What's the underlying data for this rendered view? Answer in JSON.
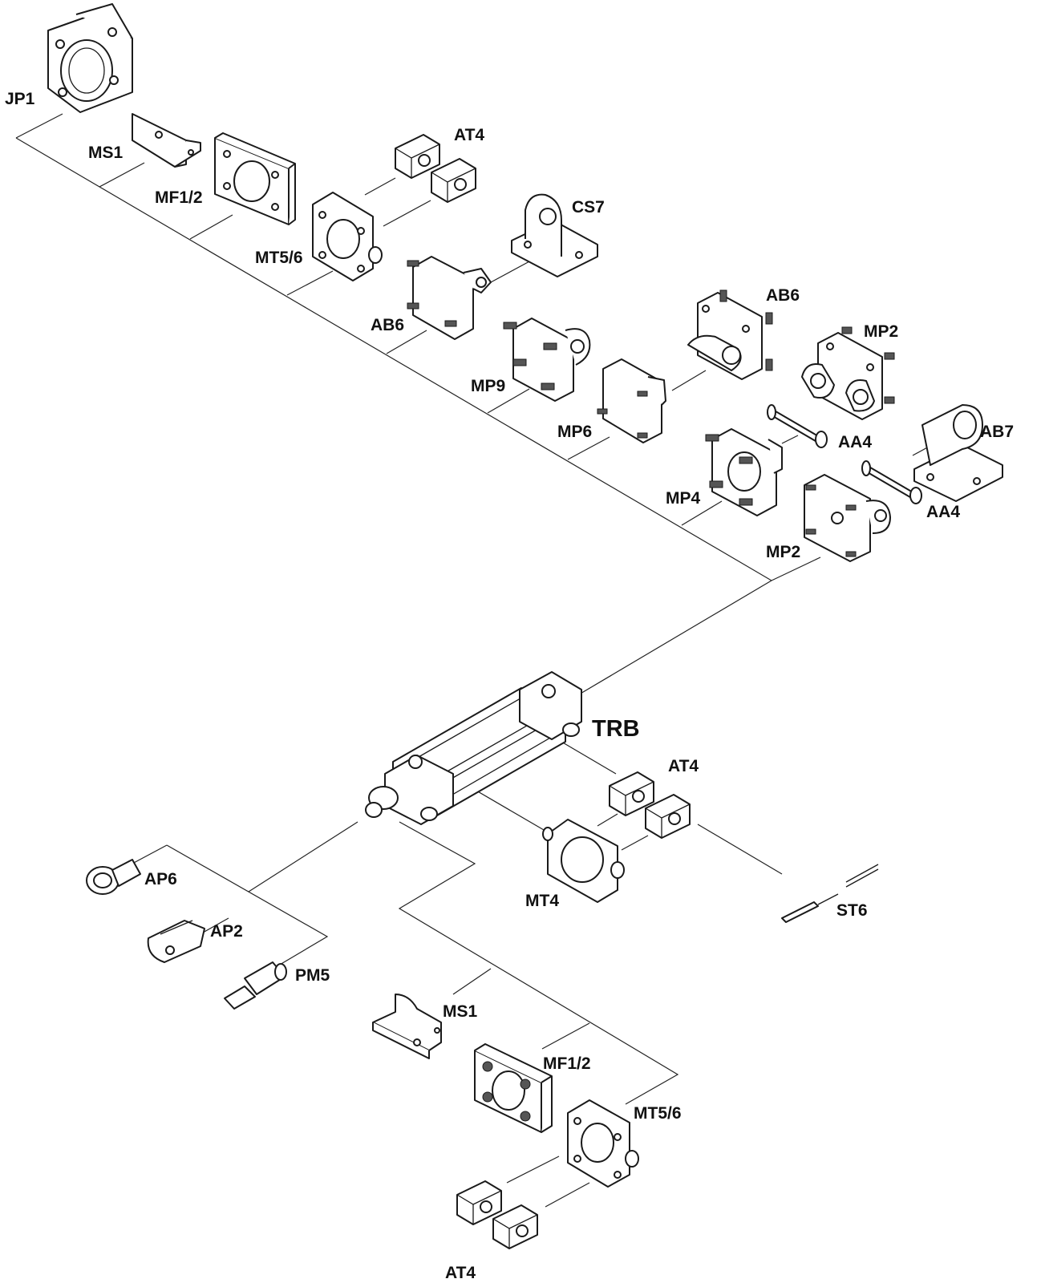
{
  "labels": {
    "jp1": "JP1",
    "ms1_top": "MS1",
    "mf12_top": "MF1/2",
    "mt56_top": "MT5/6",
    "at4_top": "AT4",
    "cs7": "CS7",
    "ab6_left": "AB6",
    "ab6_right": "AB6",
    "mp9": "MP9",
    "mp6": "MP6",
    "mp2_top": "MP2",
    "aa4_top": "AA4",
    "ab7": "AB7",
    "mp4": "MP4",
    "aa4_bottom": "AA4",
    "mp2_bottom": "MP2",
    "trb": "TRB",
    "at4_mid": "AT4",
    "mt4": "MT4",
    "st6": "ST6",
    "ap6": "AP6",
    "ap2": "AP2",
    "pm5": "PM5",
    "ms1_bottom": "MS1",
    "mf12_bottom": "MF1/2",
    "mt56_bottom": "MT5/6",
    "at4_bottom": "AT4"
  }
}
